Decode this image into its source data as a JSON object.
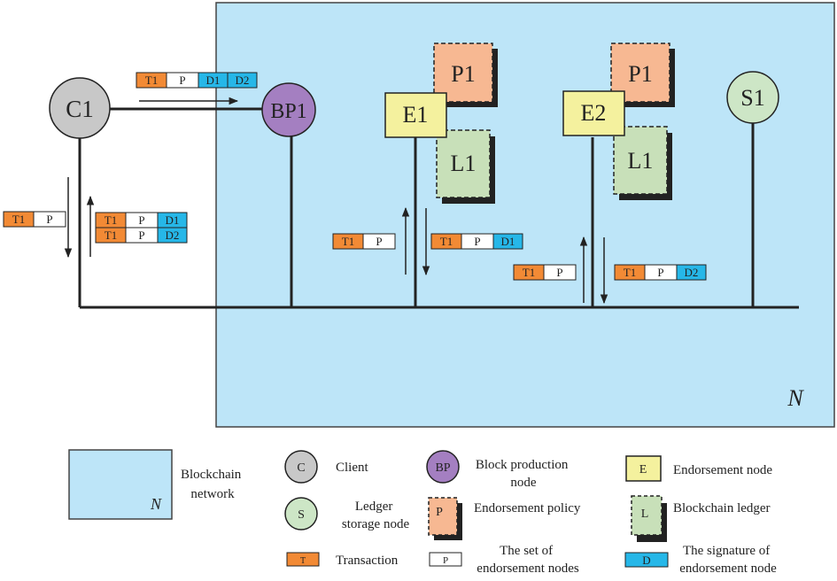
{
  "colors": {
    "network_bg": "#bde5f8",
    "client": "#c8c8c8",
    "bp": "#a47fc1",
    "storage": "#cde6c6",
    "endorse": "#f4f19e",
    "policy": "#f7b892",
    "ledger": "#c8e0b9",
    "transaction": "#f28a35",
    "signature": "#26b7e8",
    "stroke": "#222222"
  },
  "nodes": {
    "client": "C1",
    "block_producer": "BP1",
    "endorser_1": "E1",
    "endorser_2": "E2",
    "policy_1": "P1",
    "policy_2": "P1",
    "ledger_1": "L1",
    "ledger_2": "L1",
    "storage": "S1"
  },
  "network_label": "N",
  "messages": {
    "client_to_bp": [
      "T1",
      "P",
      "D1",
      "D2"
    ],
    "client_down": [
      "T1",
      "P"
    ],
    "client_up_1": [
      "T1",
      "P",
      "D1"
    ],
    "client_up_2": [
      "T1",
      "P",
      "D2"
    ],
    "e1_request": [
      "T1",
      "P"
    ],
    "e1_response": [
      "T1",
      "P",
      "D1"
    ],
    "e2_request": [
      "T1",
      "P"
    ],
    "e2_response": [
      "T1",
      "P",
      "D2"
    ]
  },
  "legend": {
    "network": {
      "symbol": "N",
      "label_lines": [
        "Blockchain",
        "network"
      ]
    },
    "client": {
      "symbol": "C",
      "label_lines": [
        "Client"
      ]
    },
    "bp": {
      "symbol": "BP",
      "label_lines": [
        "Block production",
        "node"
      ]
    },
    "endorse": {
      "symbol": "E",
      "label_lines": [
        "Endorsement node"
      ]
    },
    "storage": {
      "symbol": "S",
      "label_lines": [
        "Ledger",
        "storage node"
      ]
    },
    "policy": {
      "symbol": "P",
      "label_lines": [
        "Endorsement policy"
      ]
    },
    "ledger": {
      "symbol": "L",
      "label_lines": [
        "Blockchain ledger"
      ]
    },
    "transaction": {
      "symbol": "T",
      "label_lines": [
        "Transaction"
      ]
    },
    "endorse_set": {
      "symbol": "P",
      "label_lines": [
        "The set of",
        "endorsement nodes"
      ]
    },
    "signature": {
      "symbol": "D",
      "label_lines": [
        "The signature of",
        "endorsement node"
      ]
    }
  }
}
